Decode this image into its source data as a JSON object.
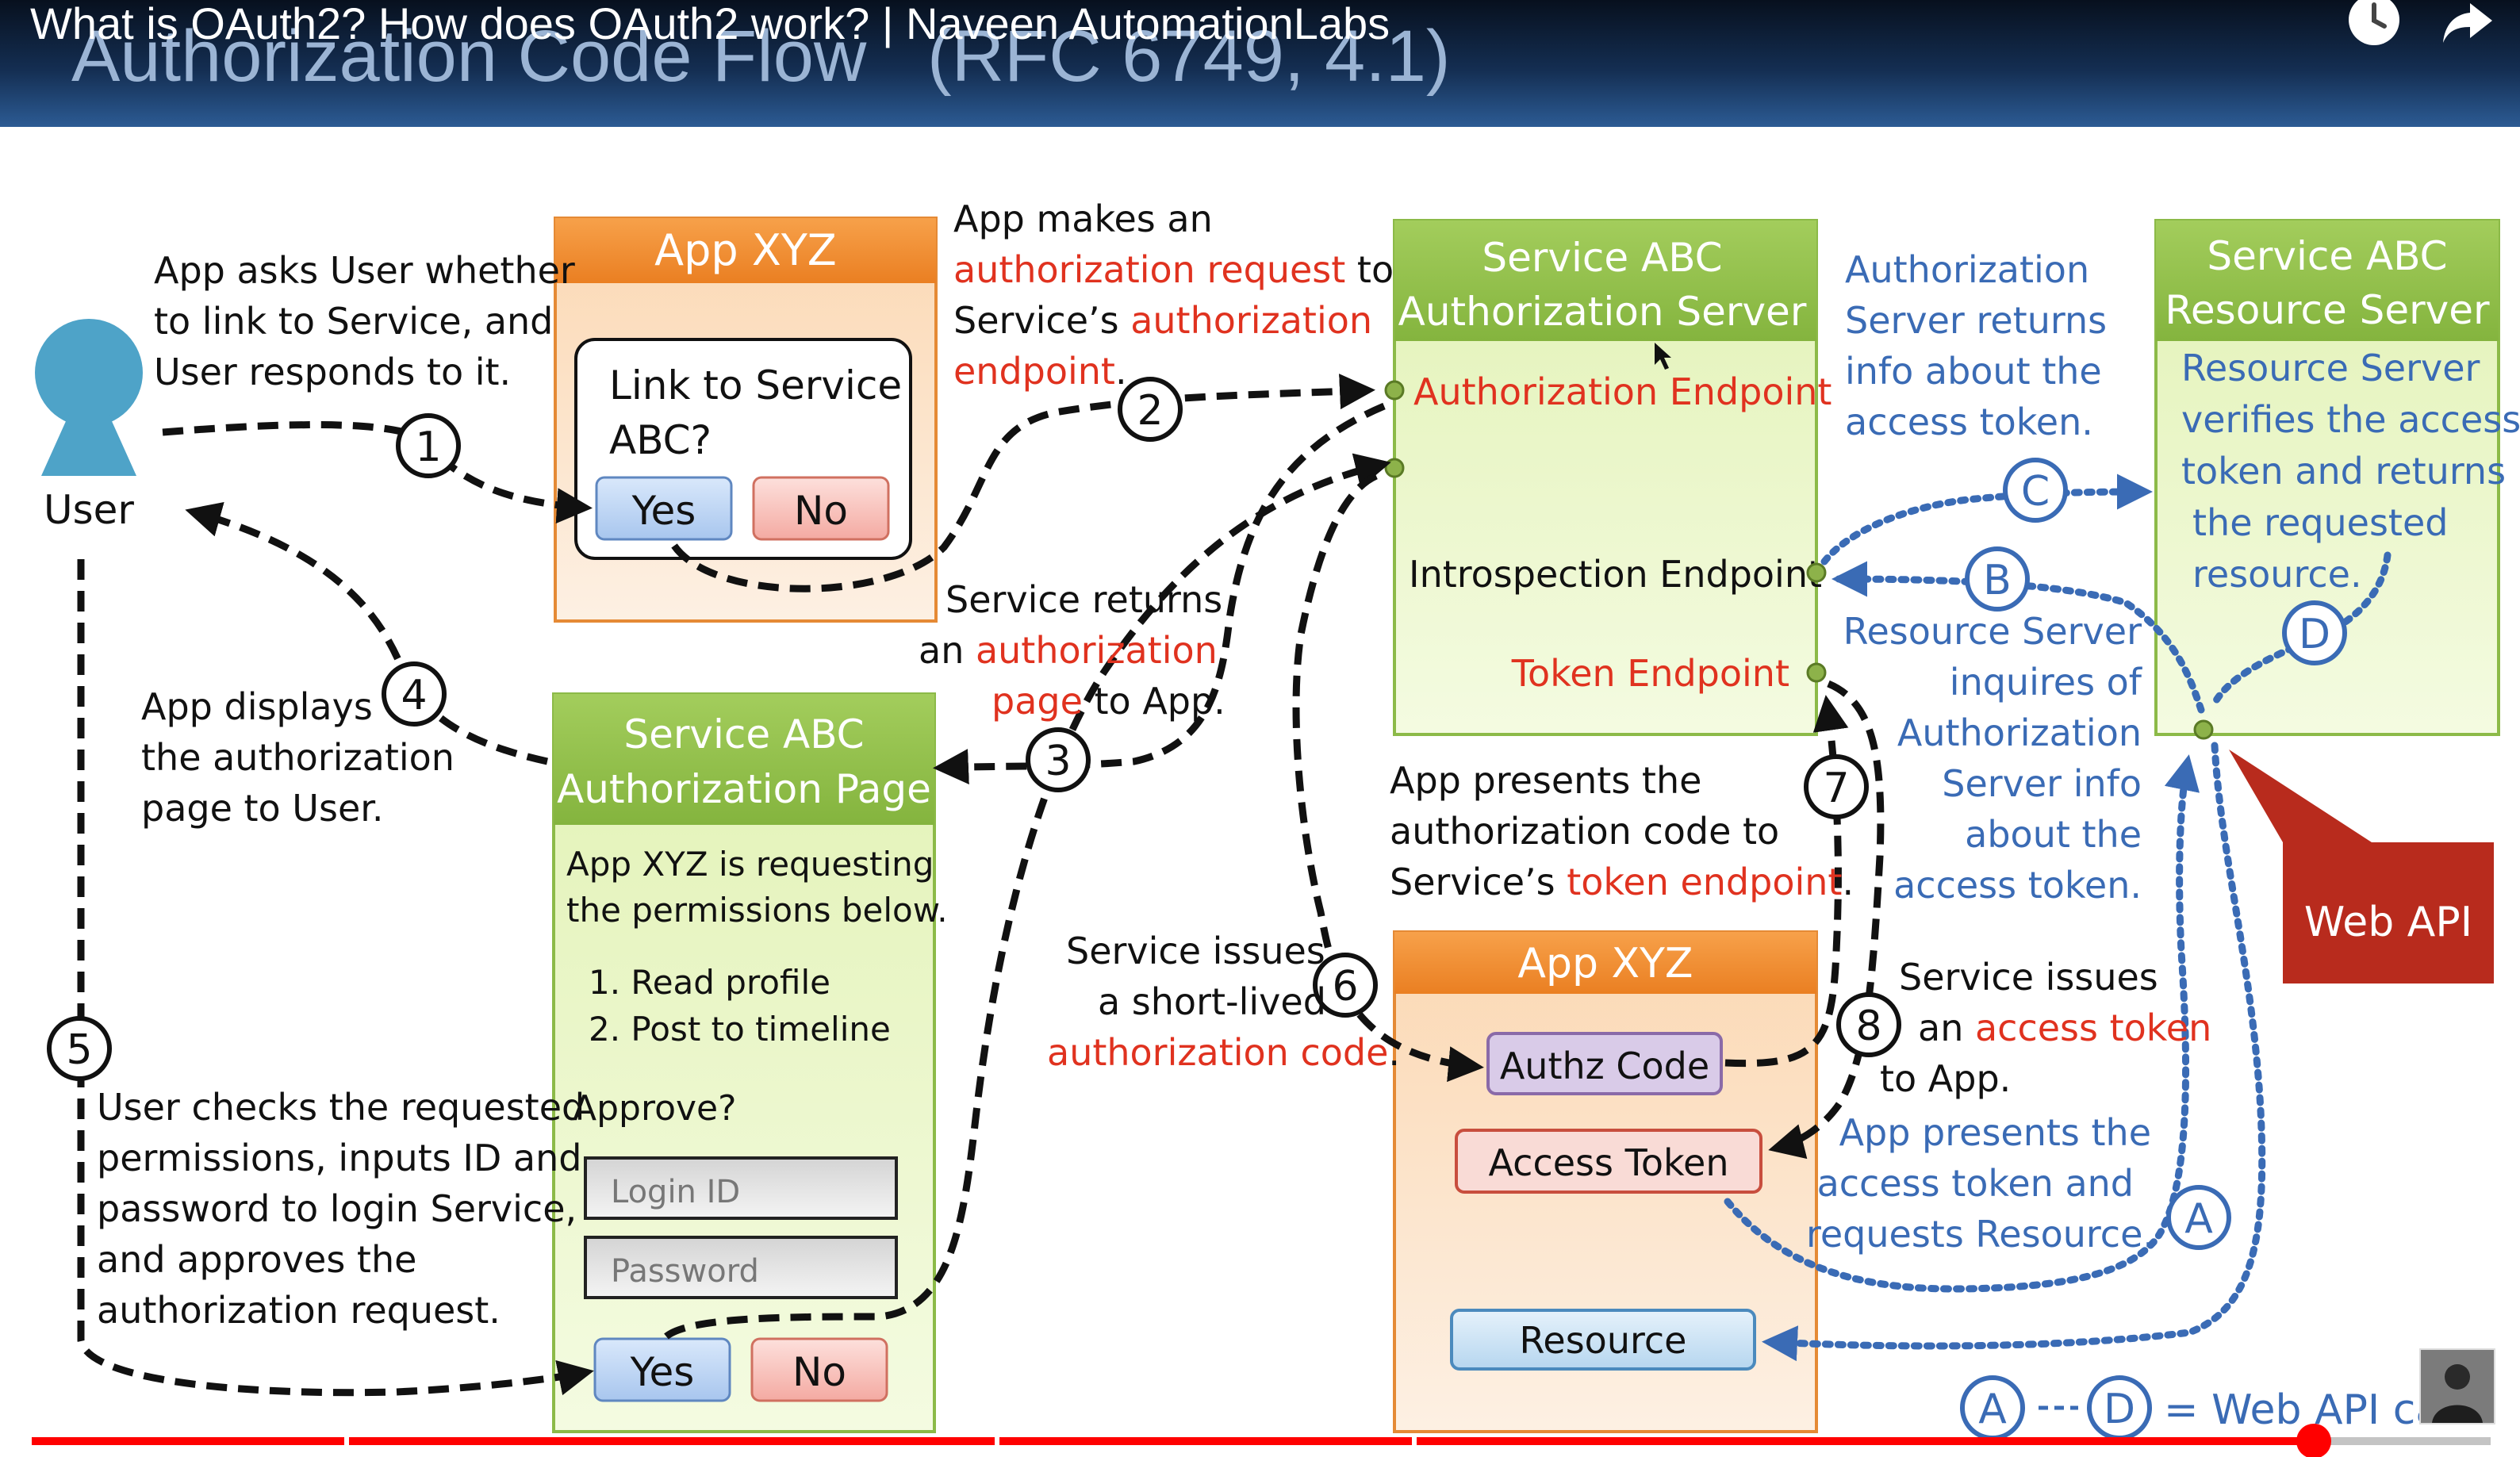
{
  "video": {
    "title": "What is OAuth2? How does OAuth2 work? | Naveen AutomationLabs",
    "progress_fraction": 0.928,
    "icons": [
      "clock-icon",
      "share-arrow-icon"
    ]
  },
  "slide": {
    "heading": "Authorization Code Flow   (RFC 6749, 4.1)"
  },
  "colors": {
    "orange_header": "#f2902e",
    "orange_body": "#fde6cf",
    "green_header": "#92c24a",
    "green_body": "#ecf7cf",
    "red_text": "#e0321f",
    "blue_text": "#3a6bb5",
    "web_api": "#b82b1d"
  },
  "user": {
    "label": "User"
  },
  "app_box": {
    "title": "App XYZ",
    "prompt_line1": "Link to Service",
    "prompt_line2": "ABC?",
    "yes": "Yes",
    "no": "No"
  },
  "auth_server": {
    "title_line1": "Service ABC",
    "title_line2": "Authorization Server",
    "authorization_endpoint": "Authorization Endpoint",
    "introspection_endpoint": "Introspection Endpoint",
    "token_endpoint": "Token Endpoint"
  },
  "resource_server": {
    "title_line1": "Service ABC",
    "title_line2": "Resource Server",
    "desc": [
      "Resource Server",
      "verifies the access",
      "token and returns",
      "the requested",
      "resource."
    ]
  },
  "auth_page": {
    "title_line1": "Service ABC",
    "title_line2": "Authorization Page",
    "text_line1": "App XYZ is requesting",
    "text_line2": "the permissions below.",
    "perm1": "1. Read profile",
    "perm2": "2. Post to timeline",
    "approve": "Approve?",
    "login_placeholder": "Login ID",
    "password_placeholder": "Password",
    "yes": "Yes",
    "no": "No"
  },
  "app_box2": {
    "title": "App XYZ",
    "authz_code": "Authz Code",
    "access_token": "Access Token",
    "resource": "Resource"
  },
  "web_api": {
    "label": "Web API"
  },
  "steps": {
    "s1": "1",
    "s2": "2",
    "s3": "3",
    "s4": "4",
    "s5": "5",
    "s6": "6",
    "s7": "7",
    "s8": "8",
    "a": "A",
    "b": "B",
    "c": "C",
    "d": "D"
  },
  "notes": {
    "n1": [
      "App asks User whether",
      "to link to Service, and",
      "User responds to it."
    ],
    "n2_l1": "App makes an",
    "n2_l2_red": "authorization request",
    "n2_l2_black": " to",
    "n2_l3_black": "Service’s ",
    "n2_l3_red": "authorization",
    "n2_l4_red": "endpoint",
    "n2_l4_black": ".",
    "n3_l1": "Service returns",
    "n3_l2_black": "an ",
    "n3_l2_red": "authorization",
    "n3_l3_red": "page",
    "n3_l3_black": " to App.",
    "n4": [
      "App displays",
      "the authorization",
      "page to User."
    ],
    "n5": [
      "User checks the requested",
      "permissions, inputs ID and",
      "password to login Service,",
      "and approves the",
      "authorization request."
    ],
    "n6_l1": "Service issues",
    "n6_l2": "a short-lived",
    "n6_l3_red": "authorization code",
    "n6_l3_black": ".",
    "n7_l1": "App presents the",
    "n7_l2": "authorization code to",
    "n7_l3_black": "Service’s ",
    "n7_l3_red": "token endpoint",
    "n7_l3_end": ".",
    "n8_l1": "Service issues",
    "n8_l2_black": "an ",
    "n8_l2_red": "access token",
    "n8_l3": "to App.",
    "nc": [
      "Authorization",
      "Server returns",
      "info about the",
      "access token."
    ],
    "nb": [
      "Resource Server",
      "inquires of",
      "Authorization",
      "Server info",
      "about the",
      "access token."
    ],
    "na": [
      "App presents the",
      "access token and",
      "requests Resource."
    ],
    "legend_eq": "= Web API ca"
  }
}
